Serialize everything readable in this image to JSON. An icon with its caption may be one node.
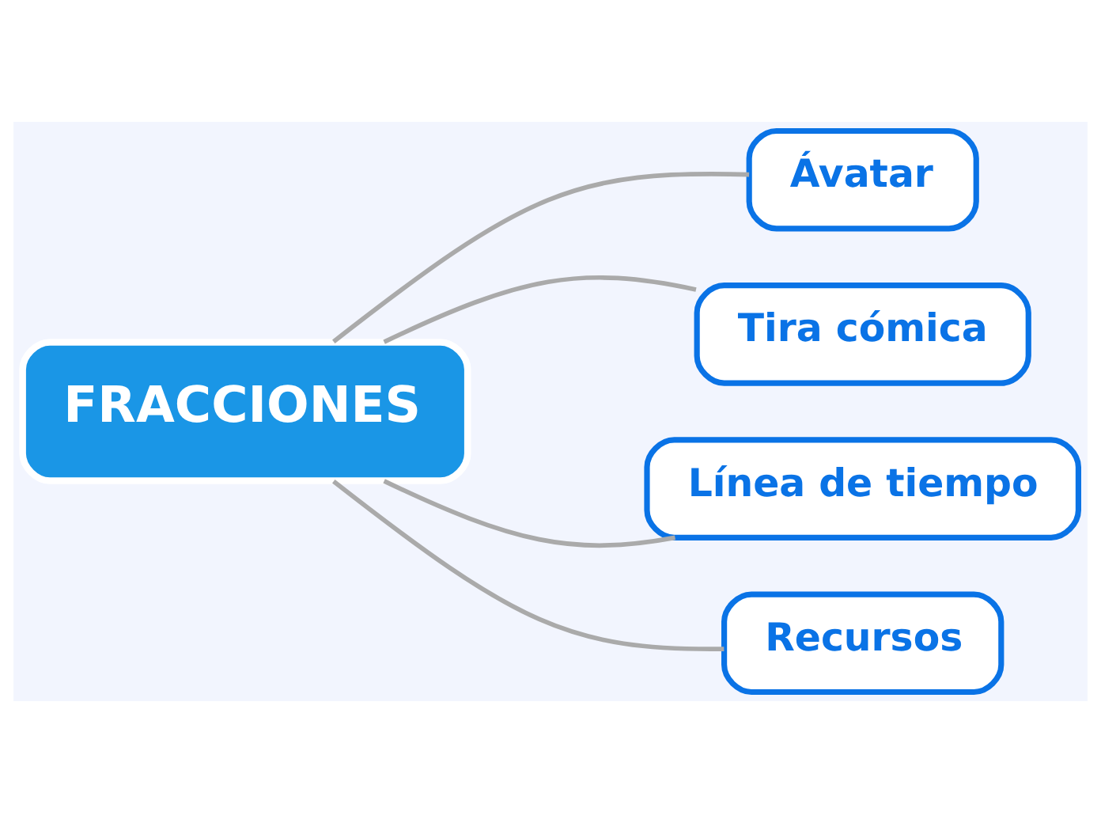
{
  "diagram": {
    "nodes": [
      {
        "text": [
          "FRACCIONES"
        ]
      },
      {
        "text": [
          "Ávatar"
        ]
      },
      {
        "text": [
          "Tira cómica"
        ]
      },
      {
        "text": [
          "Línea de tiempo"
        ]
      },
      {
        "text": [
          "Recursos"
        ]
      }
    ],
    "edges": [
      {
        "from": 0,
        "to": 1,
        "arrow": "none"
      },
      {
        "from": 0,
        "to": 2,
        "arrow": "none"
      },
      {
        "from": 0,
        "to": 3,
        "arrow": "none"
      },
      {
        "from": 0,
        "to": 4,
        "arrow": "none"
      }
    ]
  }
}
